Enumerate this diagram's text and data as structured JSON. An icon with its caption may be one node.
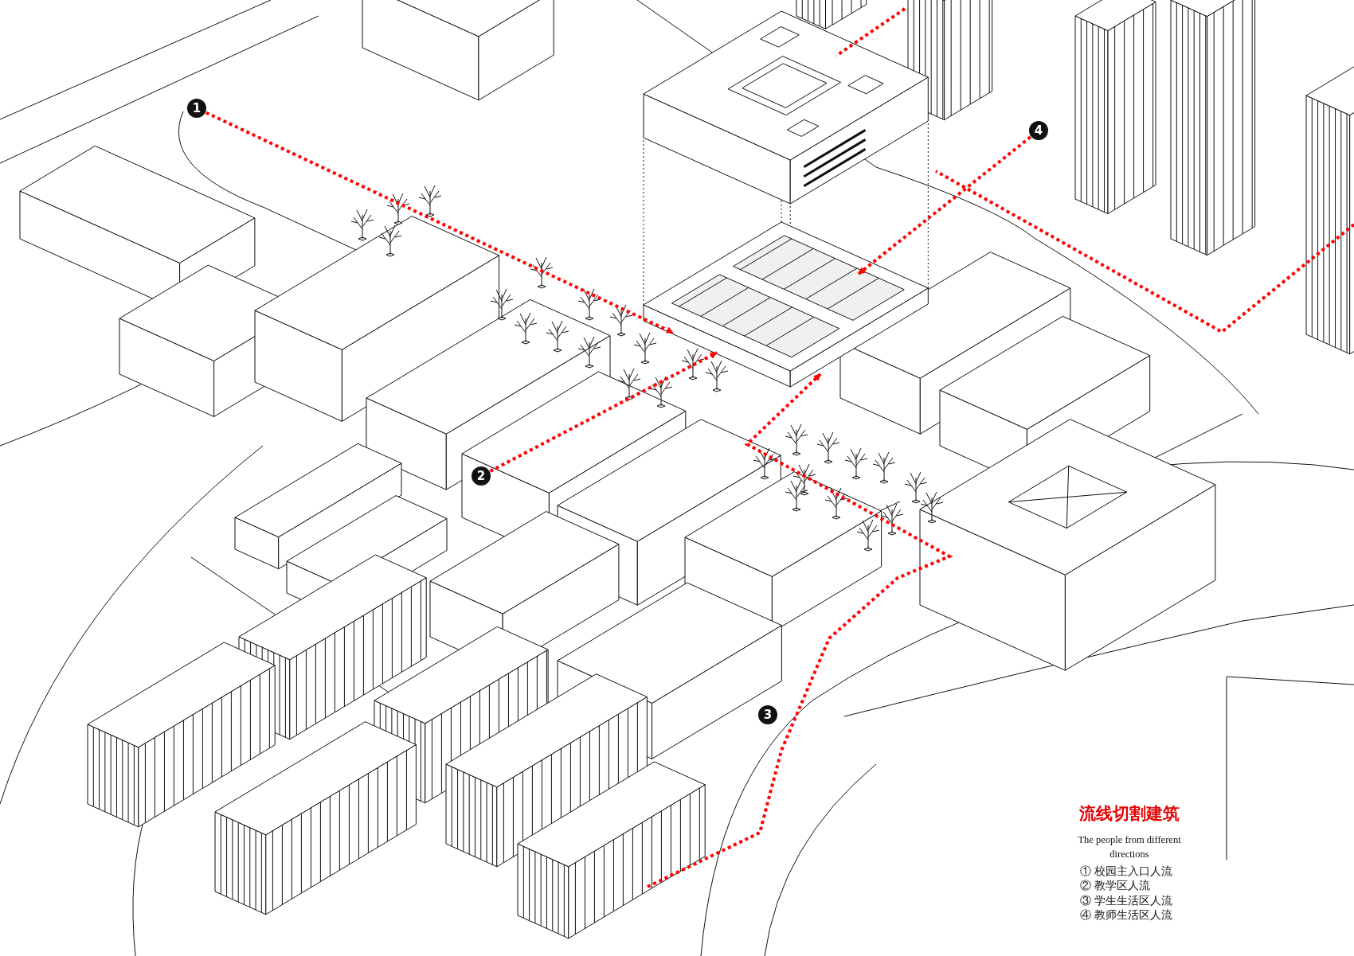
{
  "diagram": {
    "title": "流线切割建筑",
    "nodes": [
      {
        "text": [],
        "shape": "picture"
      },
      {
        "text": [
          "1"
        ]
      },
      {
        "text": [
          "4"
        ]
      },
      {
        "text": [
          "2"
        ]
      },
      {
        "text": [
          "3"
        ]
      }
    ],
    "edges": [
      {
        "from": 1,
        "to": 0,
        "arrow": "to",
        "style": "dashed",
        "color": "#ff0000"
      },
      {
        "from": 3,
        "to": 0,
        "arrow": "to",
        "style": "dashed",
        "color": "#ff0000"
      },
      {
        "from": null,
        "to": 0,
        "arrow": "to",
        "style": "dashed",
        "color": "#ff0000"
      },
      {
        "from": 2,
        "to": 0,
        "arrow": "to",
        "style": "dashed",
        "color": "#ff0000"
      },
      {
        "from": null,
        "to": 0,
        "arrow": "none",
        "style": "dashed",
        "color": "#ff0000"
      },
      {
        "from": null,
        "to": 0,
        "arrow": "none",
        "style": "dashed",
        "color": "#ff0000"
      }
    ],
    "labels": [
      "The people from different directions",
      "① 校园主入口人流",
      "② 教学区人流",
      "③ 学生生活区人流",
      "④ 教师生活区人流"
    ]
  }
}
